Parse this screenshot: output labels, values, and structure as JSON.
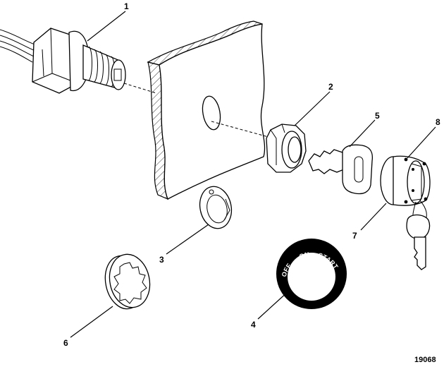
{
  "figure": {
    "id": "19068"
  },
  "callouts": [
    {
      "num": "1"
    },
    {
      "num": "2"
    },
    {
      "num": "3"
    },
    {
      "num": "4"
    },
    {
      "num": "5"
    },
    {
      "num": "6"
    },
    {
      "num": "7"
    },
    {
      "num": "8"
    }
  ],
  "ring_text": {
    "off": "OFF",
    "on": "ON",
    "start": "START"
  }
}
